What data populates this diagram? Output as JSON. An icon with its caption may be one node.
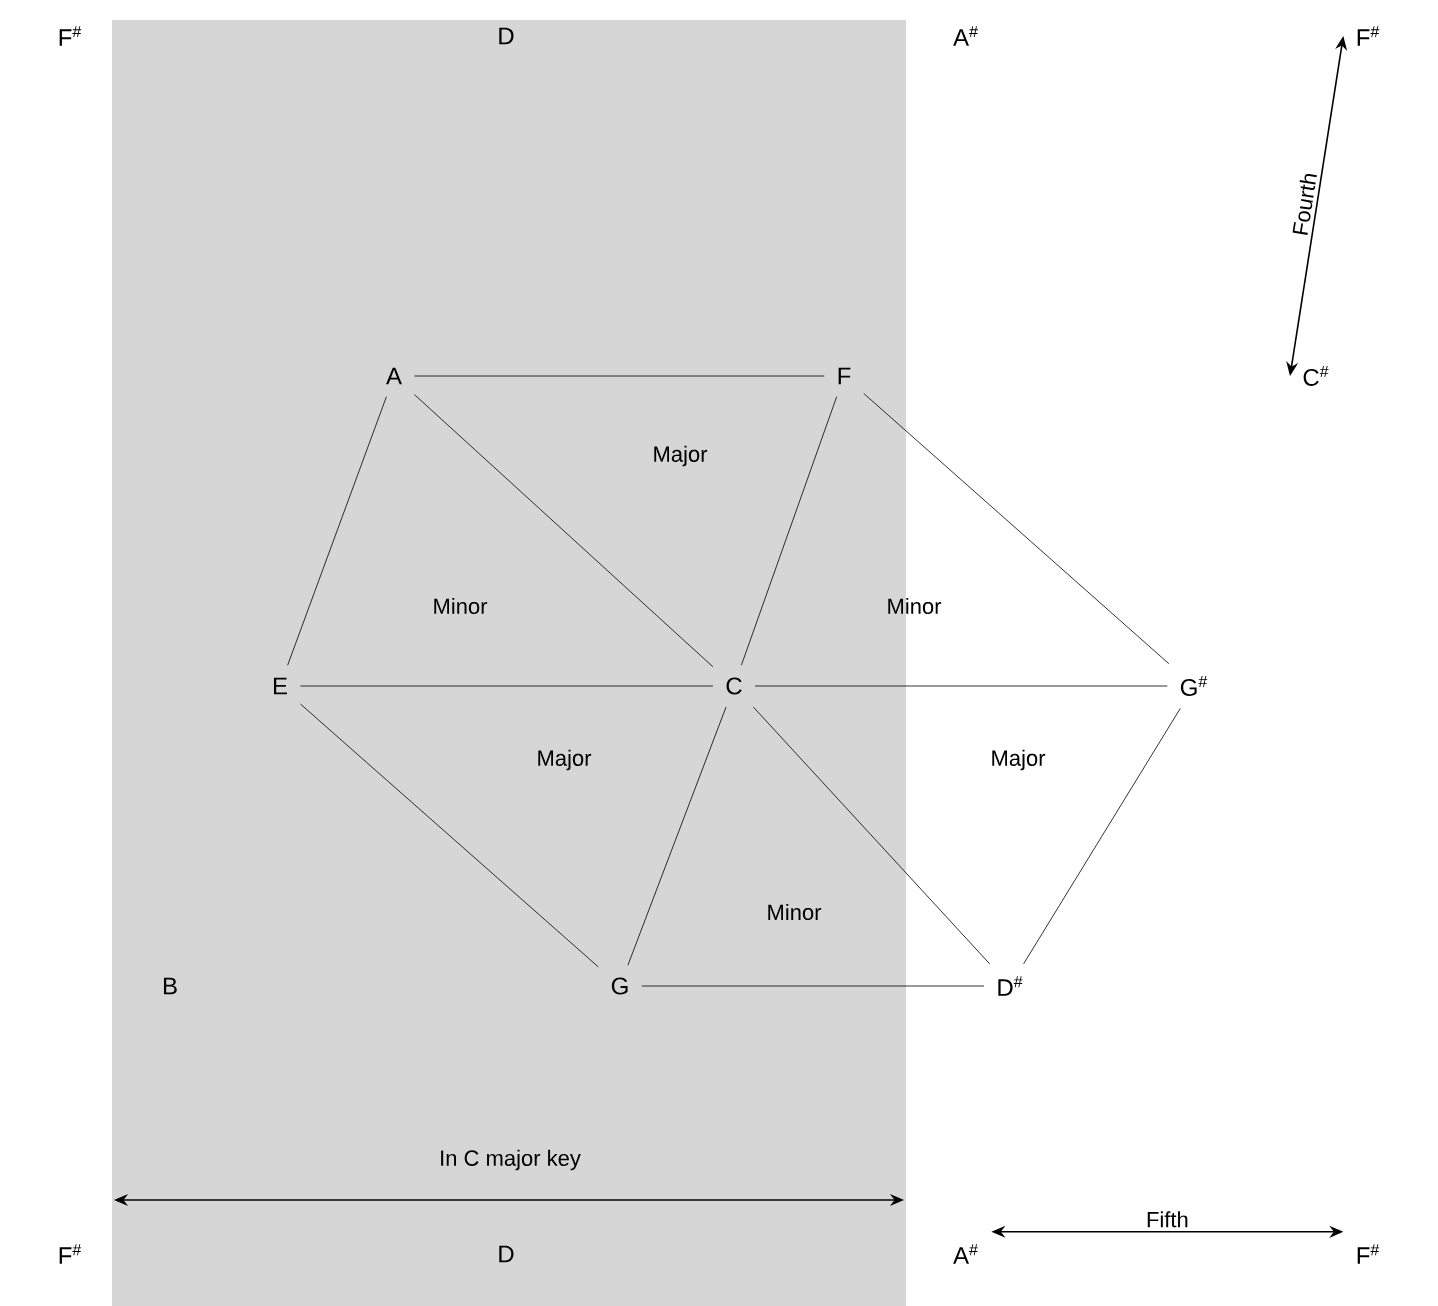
{
  "diagram": {
    "nodes": [
      {
        "text": [
          "F$^{#}$"
        ]
      },
      {
        "text": [
          "D"
        ]
      },
      {
        "text": [
          "A$^{#}$"
        ]
      },
      {
        "text": [
          "F$^{#}$"
        ]
      },
      {
        "text": [
          "A"
        ]
      },
      {
        "text": [
          "F"
        ]
      },
      {
        "text": [
          "C$^{#}$"
        ]
      },
      {
        "text": [
          "E"
        ]
      },
      {
        "text": [
          "C"
        ]
      },
      {
        "text": [
          "G$^{#}$"
        ]
      },
      {
        "text": [
          "B"
        ]
      },
      {
        "text": [
          "G"
        ]
      },
      {
        "text": [
          "D$^{#}$"
        ]
      },
      {
        "text": [
          "F$^{#}$"
        ]
      },
      {
        "text": [
          "D"
        ]
      },
      {
        "text": [
          "A$^{#}$"
        ]
      },
      {
        "text": [
          "F$^{#}$"
        ]
      }
    ],
    "edges": [
      {
        "from": 4,
        "to": 5,
        "arrow": "none"
      },
      {
        "from": 4,
        "to": 7,
        "arrow": "none"
      },
      {
        "from": 4,
        "to": 8,
        "arrow": "none"
      },
      {
        "from": 5,
        "to": 8,
        "arrow": "none"
      },
      {
        "from": 5,
        "to": 9,
        "arrow": "none"
      },
      {
        "from": 7,
        "to": 8,
        "arrow": "none"
      },
      {
        "from": 8,
        "to": 9,
        "arrow": "none"
      },
      {
        "from": 7,
        "to": 11,
        "arrow": "none"
      },
      {
        "from": 8,
        "to": 11,
        "arrow": "none"
      },
      {
        "from": 8,
        "to": 12,
        "arrow": "none"
      },
      {
        "from": 9,
        "to": 12,
        "arrow": "none"
      },
      {
        "from": 11,
        "to": 12,
        "arrow": "none"
      },
      {
        "from": 6,
        "to": 3,
        "arrow": "both",
        "label": "Fourth"
      },
      {
        "from": 15,
        "to": 16,
        "arrow": "both",
        "label": "Fifth"
      }
    ],
    "labels": [
      "Major",
      "Minor",
      "Minor",
      "Major",
      "Major",
      "Minor",
      "In C major key"
    ]
  }
}
